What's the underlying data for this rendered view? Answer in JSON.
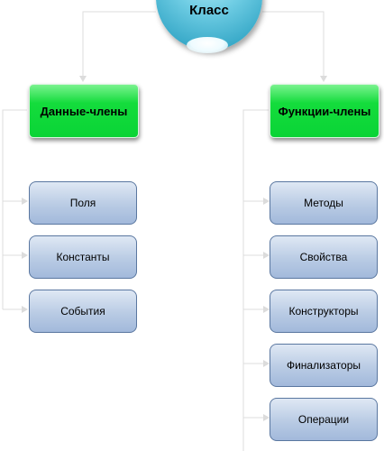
{
  "root": {
    "label": "Класс"
  },
  "groups": [
    {
      "label": "Данные-члены",
      "items": [
        "Поля",
        "Константы",
        "События"
      ]
    },
    {
      "label": "Функции-члены",
      "items": [
        "Методы",
        "Свойства",
        "Конструкторы",
        "Финализаторы",
        "Операции"
      ]
    }
  ],
  "colors": {
    "root": "#4fbcd6",
    "group": "#0ad436",
    "item": "#b9cbe4",
    "item_border": "#5a77a0",
    "connector": "#dcdcdc"
  }
}
